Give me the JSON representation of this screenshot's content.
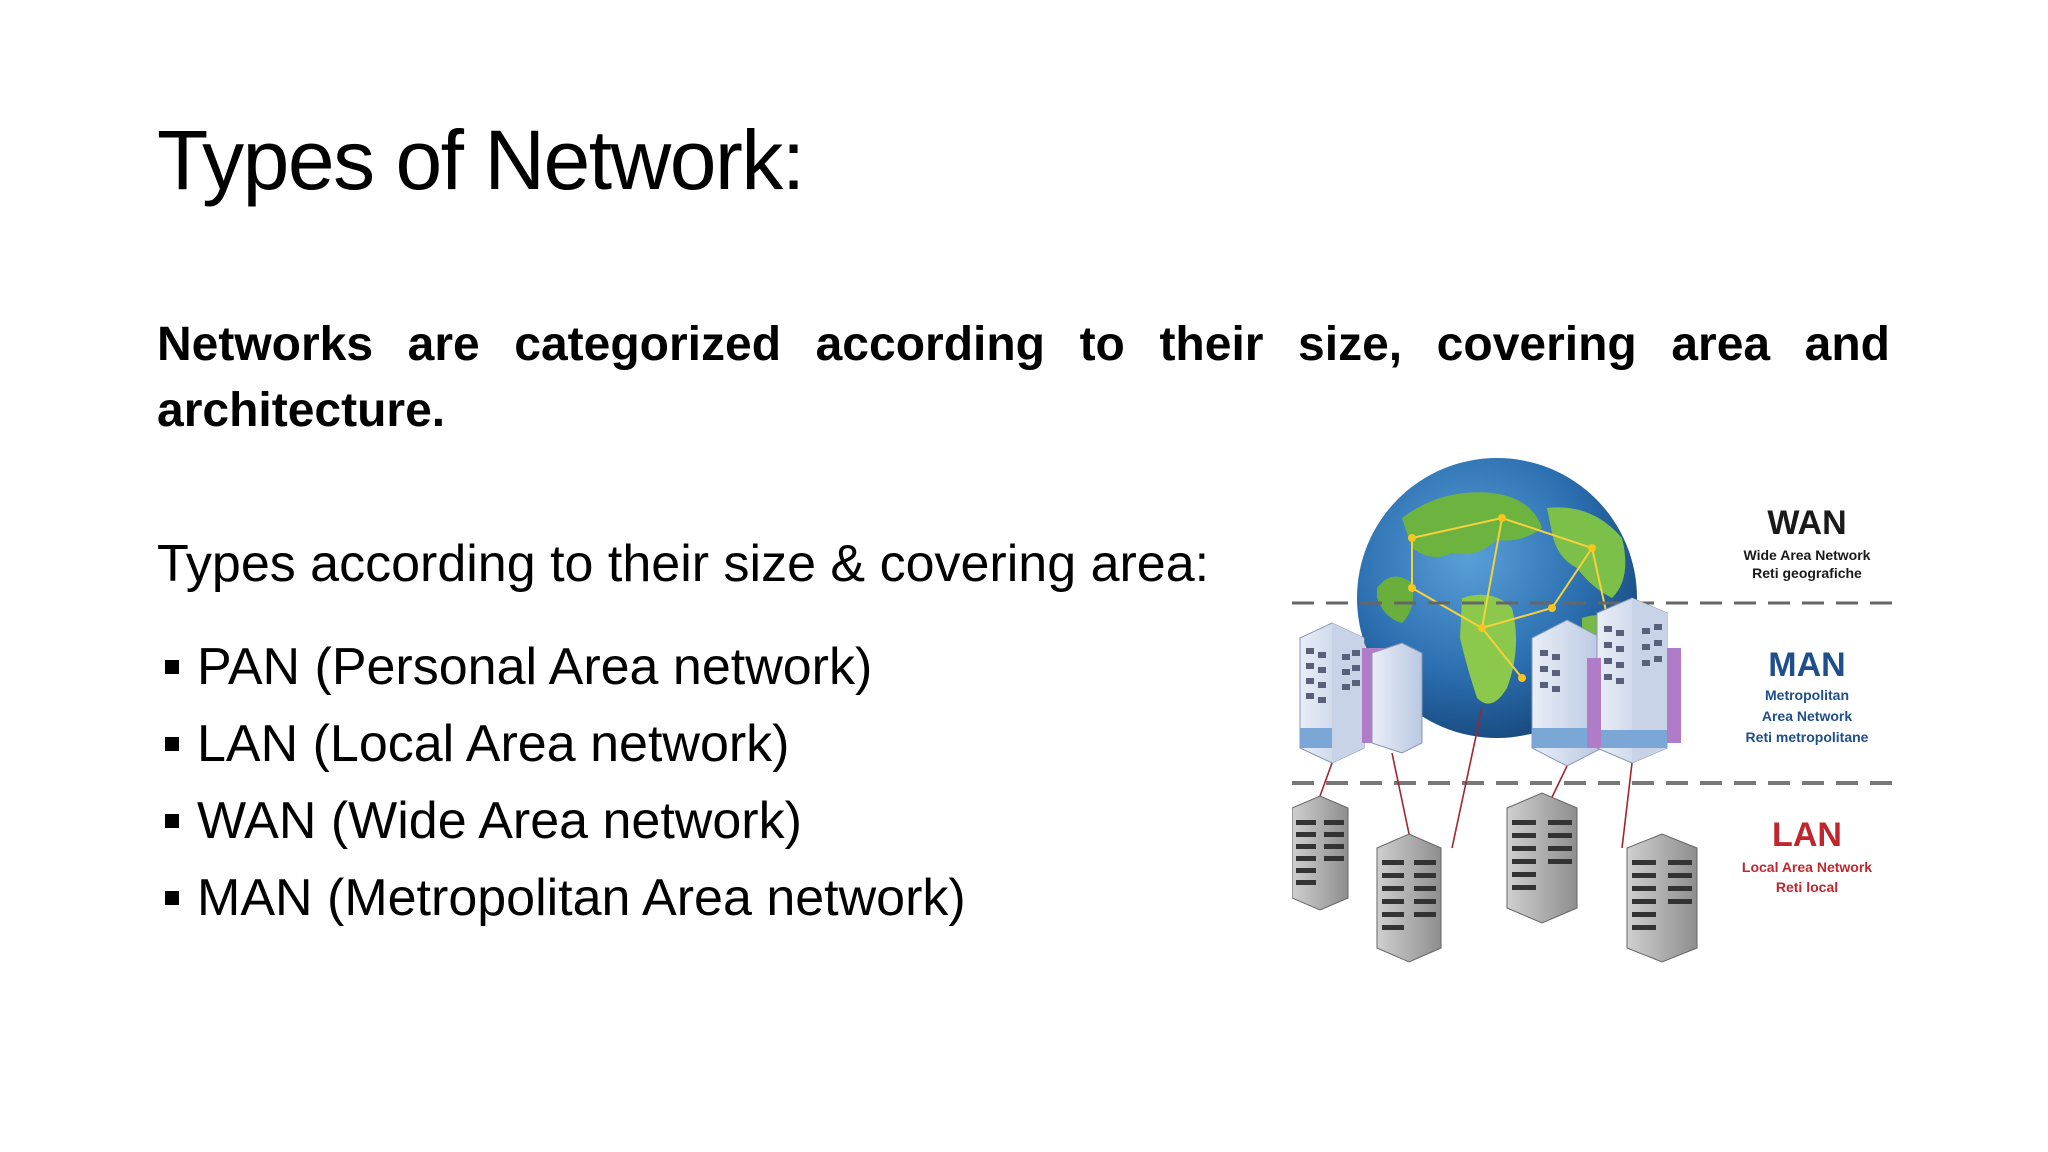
{
  "slide": {
    "title": "Types of Network:",
    "intro": "Networks are categorized according to their size, covering area and architecture.",
    "subheading": "Types according to their size & covering area:",
    "types": [
      "PAN (Personal Area network)",
      "LAN (Local Area network)",
      "WAN (Wide Area network)",
      "MAN (Metropolitan Area network)"
    ]
  },
  "illustration": {
    "wan": {
      "title": "WAN",
      "line1": "Wide Area Network",
      "line2": "Reti geografiche",
      "color": "#1a1a1a"
    },
    "man": {
      "title": "MAN",
      "line1": "Metropolitan",
      "line2": "Area Network",
      "line3": "Reti metropolitane",
      "color": "#1f4e8c"
    },
    "lan": {
      "title": "LAN",
      "line1": "Local Area Network",
      "line2": "Reti local",
      "color": "#c0262d"
    }
  }
}
